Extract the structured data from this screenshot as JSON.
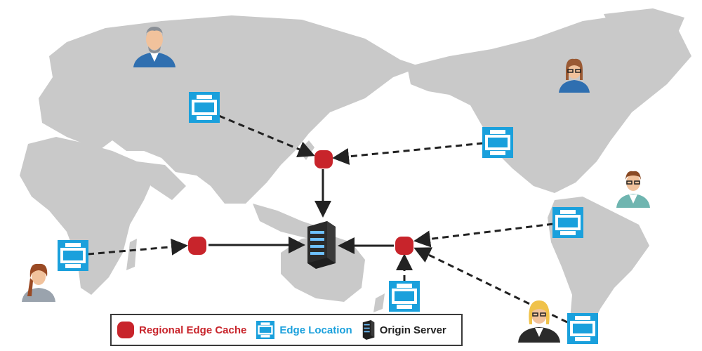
{
  "colors": {
    "map_land": "#c9c9c9",
    "regional_edge_cache": "#c8242b",
    "edge_location": "#1aa0dc",
    "origin_server": "#2b2b2b",
    "arrow": "#222222",
    "legend_cache_text": "#c8242b",
    "legend_edge_text": "#1aa0dc",
    "legend_origin_text": "#222222"
  },
  "legend": {
    "regional_edge_cache": "Regional Edge Cache",
    "edge_location": "Edge Location",
    "origin_server": "Origin Server"
  },
  "diagram": {
    "nodes": [
      {
        "id": "origin",
        "kind": "origin-server"
      },
      {
        "id": "rec-asia",
        "kind": "regional-edge-cache"
      },
      {
        "id": "rec-africa",
        "kind": "regional-edge-cache"
      },
      {
        "id": "rec-americas",
        "kind": "regional-edge-cache"
      },
      {
        "id": "edge-russia",
        "kind": "edge-location"
      },
      {
        "id": "edge-north-america",
        "kind": "edge-location"
      },
      {
        "id": "edge-africa",
        "kind": "edge-location"
      },
      {
        "id": "edge-south-america-north",
        "kind": "edge-location"
      },
      {
        "id": "edge-pacific-south",
        "kind": "edge-location"
      },
      {
        "id": "edge-south-america-south",
        "kind": "edge-location"
      }
    ],
    "edges": [
      {
        "from": "edge-russia",
        "to": "rec-asia",
        "style": "dashed"
      },
      {
        "from": "edge-north-america",
        "to": "rec-asia",
        "style": "dashed"
      },
      {
        "from": "edge-africa",
        "to": "rec-africa",
        "style": "dashed"
      },
      {
        "from": "edge-south-america-north",
        "to": "rec-americas",
        "style": "dashed"
      },
      {
        "from": "edge-south-america-south",
        "to": "rec-americas",
        "style": "dashed"
      },
      {
        "from": "edge-pacific-south",
        "to": "rec-americas",
        "style": "dashed"
      },
      {
        "from": "rec-asia",
        "to": "origin",
        "style": "solid"
      },
      {
        "from": "rec-africa",
        "to": "origin",
        "style": "solid"
      },
      {
        "from": "rec-americas",
        "to": "origin",
        "style": "solid"
      }
    ],
    "users": [
      {
        "id": "user-russia",
        "appearance": "man-grey-hair-beard"
      },
      {
        "id": "user-canada",
        "appearance": "woman-glasses"
      },
      {
        "id": "user-caribbean",
        "appearance": "man-glasses-vest"
      },
      {
        "id": "user-africa",
        "appearance": "woman-braid"
      },
      {
        "id": "user-south-america",
        "appearance": "woman-blonde-glasses"
      }
    ]
  }
}
